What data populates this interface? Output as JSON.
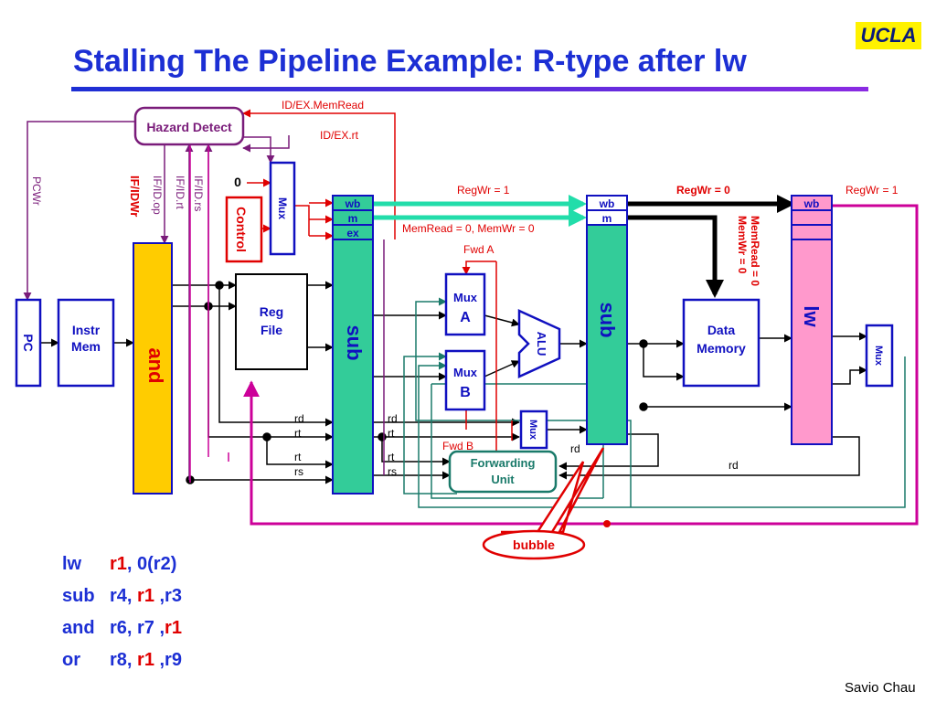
{
  "slide": {
    "title": "Stalling The Pipeline Example: R-type after lw",
    "logo": "UCLA",
    "author": "Savio Chau"
  },
  "diagram": {
    "pc": "PC",
    "instr_mem": [
      "Instr",
      "Mem"
    ],
    "hazard_detect": "Hazard Detect",
    "control": "Control",
    "control_mux": "Mux",
    "zero": "0",
    "reg_file": [
      "Reg",
      "File"
    ],
    "if_id_instr": "and",
    "id_ex_instr": "sub",
    "ex_mem_instr": "sub",
    "mem_wb_instr": "lw",
    "id_ex_fields": [
      "wb",
      "m",
      "ex"
    ],
    "ex_mem_fields": [
      "wb",
      "m"
    ],
    "mem_wb_fields": [
      "wb"
    ],
    "mux_a": [
      "Mux",
      "A"
    ],
    "mux_b": [
      "Mux",
      "B"
    ],
    "alu": "ALU",
    "dest_mux": "Mux",
    "data_memory": [
      "Data",
      "Memory"
    ],
    "wb_mux": "Mux",
    "forwarding_unit": [
      "Forwarding",
      "Unit"
    ],
    "bubble": "bubble",
    "labels": {
      "pcwr": "PCWr",
      "ifidwr": "IF/IDWr",
      "ifid_op": "IF/ID.op",
      "ifid_rt": "IF/ID.rt",
      "ifid_rs": "IF/ID.rs",
      "idex_memread": "ID/EX.MemRead",
      "idex_rt": "ID/EX.rt",
      "regwr1_a": "RegWr = 1",
      "regwr0": "RegWr = 0",
      "regwr1_b": "RegWr = 1",
      "memread_memwr": "MemRead = 0, MemWr = 0",
      "memread0": "MemRead = 0",
      "memwr0": "MemWr = 0",
      "fwd_a": "Fwd A",
      "fwd_b": "Fwd B",
      "rd": "rd",
      "rt": "rt",
      "rs": "rs"
    }
  },
  "code": [
    {
      "op": "lw",
      "args": [
        {
          "t": "r1",
          "c": "red"
        },
        {
          "t": ", 0(r2)",
          "c": "blue"
        }
      ]
    },
    {
      "op": "sub",
      "args": [
        {
          "t": "r4, ",
          "c": "blue"
        },
        {
          "t": "r1",
          "c": "red"
        },
        {
          "t": " ,r3",
          "c": "blue"
        }
      ]
    },
    {
      "op": "and",
      "args": [
        {
          "t": "r6, r7 ,",
          "c": "blue"
        },
        {
          "t": "r1",
          "c": "red"
        }
      ]
    },
    {
      "op": "or",
      "args": [
        {
          "t": "r8, ",
          "c": "blue"
        },
        {
          "t": "r1",
          "c": "red"
        },
        {
          "t": " ,r9",
          "c": "blue"
        }
      ]
    }
  ],
  "colors": {
    "title": "#1c2fd4",
    "block_border": "#1010c0",
    "hazard_border": "#7a1c7a",
    "red_text": "#e00000",
    "if_id_fill": "#ffcc00",
    "id_ex_fill": "#33cc99",
    "mem_wb_fill": "#ff99cc",
    "forward_border": "#1a7a6a",
    "green_arrow": "#22ddaa",
    "magenta_wire": "#cc0099"
  }
}
